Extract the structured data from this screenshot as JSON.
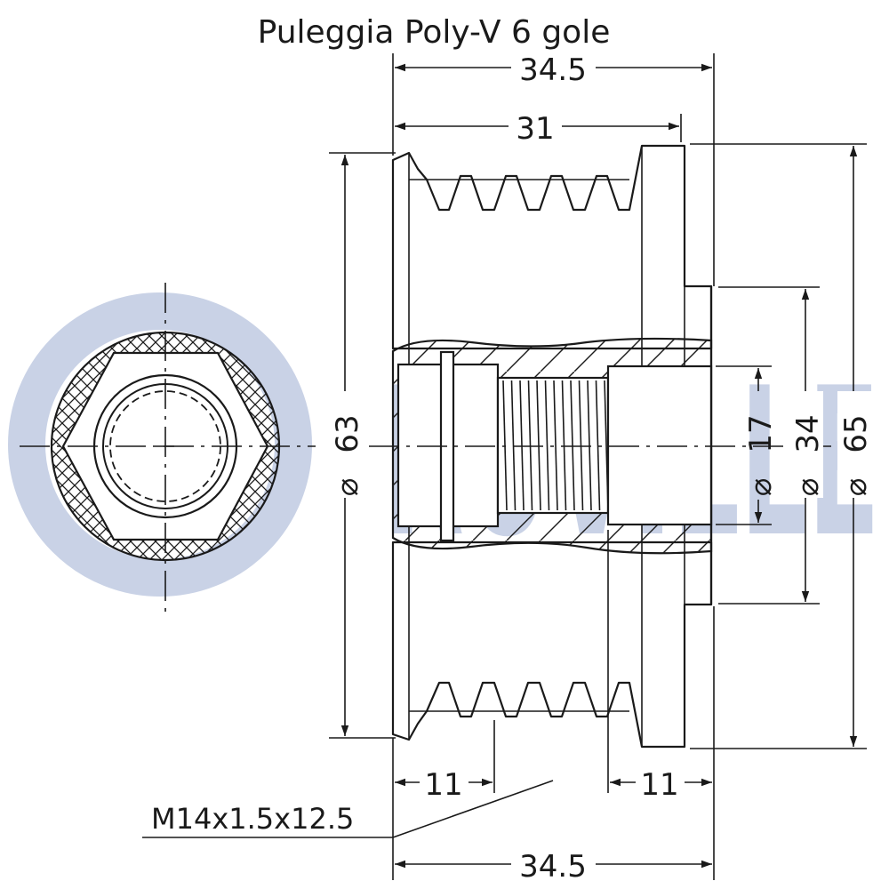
{
  "title": "Puleggia Poly-V 6 gole",
  "watermark": {
    "text": "RUVILLE",
    "color": "#c9d2e6"
  },
  "ink_color": "#1a1a1a",
  "dimensions": {
    "overall_length_top": "34.5",
    "groove_length": "31",
    "pulley_diameter": "63",
    "flange_diameter": "65",
    "hub_diameter": "34",
    "bore_diameter": "17",
    "thread_depth_left": "11",
    "bore_depth_right": "11",
    "overall_length_bottom": "34.5",
    "thread_spec": "M14x1.5x12.5"
  },
  "diameter_symbol": "⌀"
}
